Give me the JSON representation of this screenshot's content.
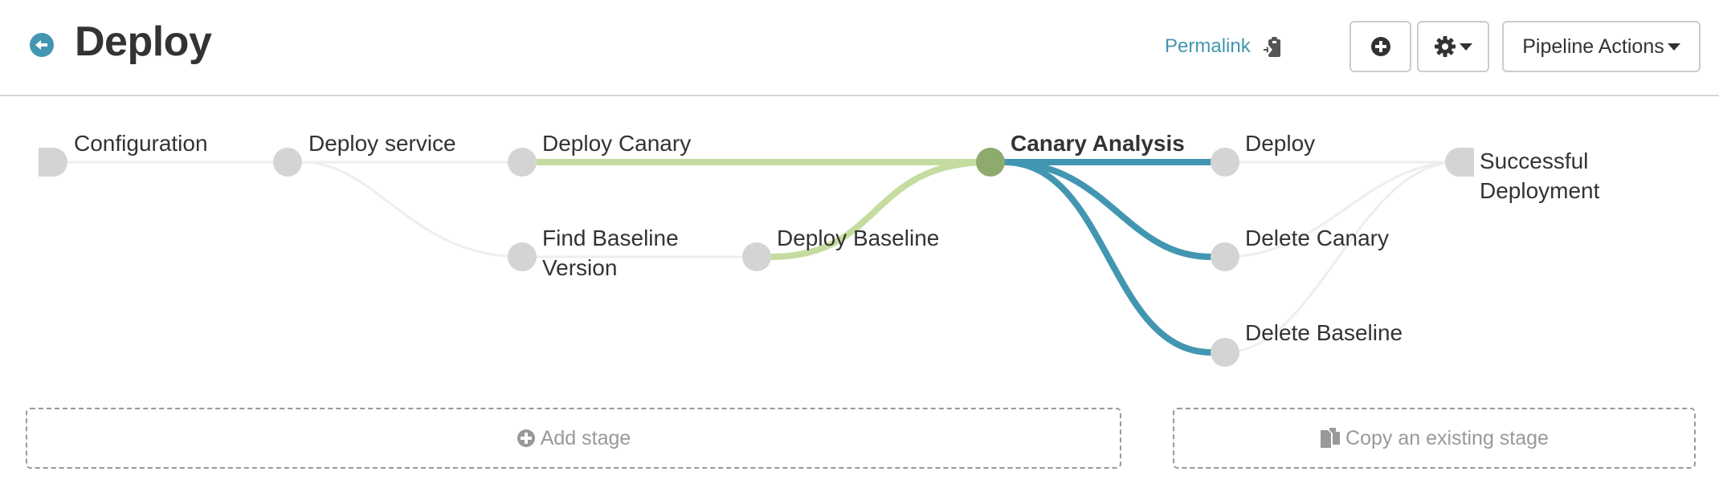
{
  "header": {
    "title": "Deploy",
    "back_icon": "arrow-circle-left-icon",
    "permalink_label": "Permalink",
    "permalink_icon": "clipboard-icon",
    "add_icon": "plus-circle-icon",
    "settings_icon": "gear-icon",
    "pipeline_actions_label": "Pipeline Actions"
  },
  "colors": {
    "accent": "#4396b1",
    "active_node": "#8faa6d",
    "active_edge_green": "#c5dca0",
    "active_edge_blue": "#4396b1",
    "inactive_node": "#d4d4d4",
    "inactive_edge": "#eeeeee"
  },
  "graph": {
    "nodes": [
      {
        "id": "configuration",
        "label": "Configuration",
        "type": "start"
      },
      {
        "id": "deploy-service",
        "label": "Deploy service"
      },
      {
        "id": "deploy-canary",
        "label": "Deploy Canary"
      },
      {
        "id": "find-baseline",
        "label": "Find Baseline",
        "label2": "Version"
      },
      {
        "id": "deploy-baseline",
        "label": "Deploy Baseline"
      },
      {
        "id": "canary-analysis",
        "label": "Canary Analysis",
        "active": true
      },
      {
        "id": "deploy",
        "label": "Deploy"
      },
      {
        "id": "delete-canary",
        "label": "Delete Canary"
      },
      {
        "id": "delete-baseline",
        "label": "Delete Baseline"
      },
      {
        "id": "successful-deployment",
        "label": "Successful",
        "label2": "Deployment",
        "type": "end"
      }
    ]
  },
  "footer": {
    "add_stage_label": "Add stage",
    "add_stage_icon": "plus-circle-icon",
    "copy_stage_label": "Copy an existing stage",
    "copy_stage_icon": "copy-icon"
  }
}
